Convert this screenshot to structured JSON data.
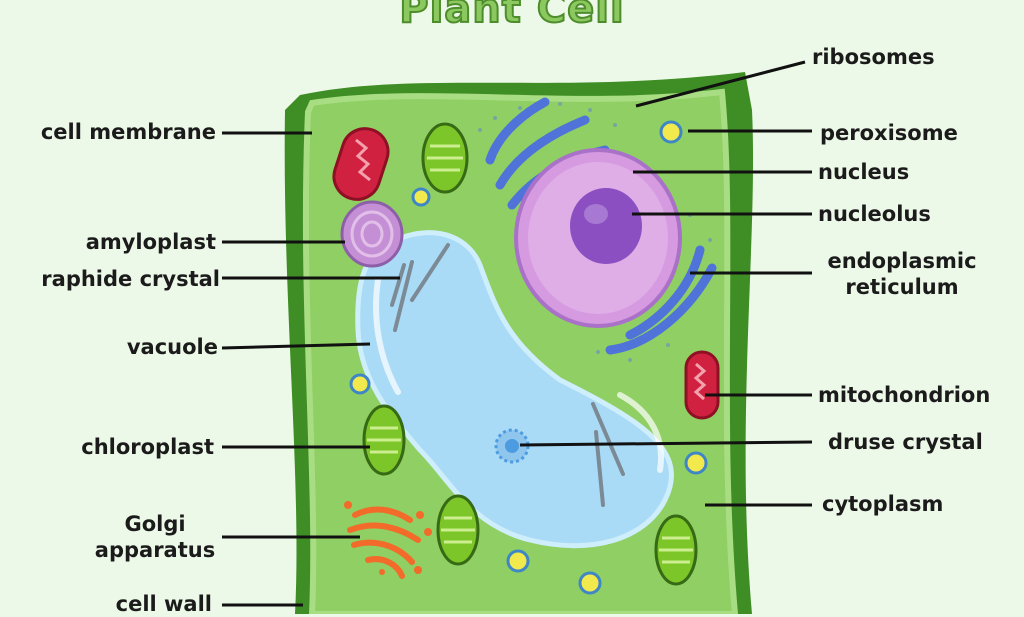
{
  "title": "Plant Cell",
  "labels": {
    "ribosomes": "ribosomes",
    "peroxisome": "peroxisome",
    "nucleus": "nucleus",
    "nucleolus": "nucleolus",
    "endoplasmic_1": "endoplasmic",
    "endoplasmic_2": "reticulum",
    "mitochondrion": "mitochondrion",
    "druse_crystal": "druse crystal",
    "cytoplasm": "cytoplasm",
    "cell_membrane": "cell membrane",
    "amyloplast": "amyloplast",
    "raphide_crystal": "raphide crystal",
    "vacuole": "vacuole",
    "chloroplast": "chloroplast",
    "golgi_1": "Golgi",
    "golgi_2": "apparatus",
    "cell_wall": "cell wall"
  },
  "colors": {
    "background": "#edf9e8",
    "cell_wall": "#3e8e25",
    "cytoplasm": "#8fcf63",
    "vacuole": "#a9dbf7",
    "nucleus": "#d69ae0",
    "nucleolus": "#8b4fc1",
    "er": "#4f73d9",
    "mitochondrion": "#d02240",
    "chloroplast": "#7cc62a",
    "golgi": "#f36b2a",
    "peroxisome": "#f2ea4d"
  }
}
